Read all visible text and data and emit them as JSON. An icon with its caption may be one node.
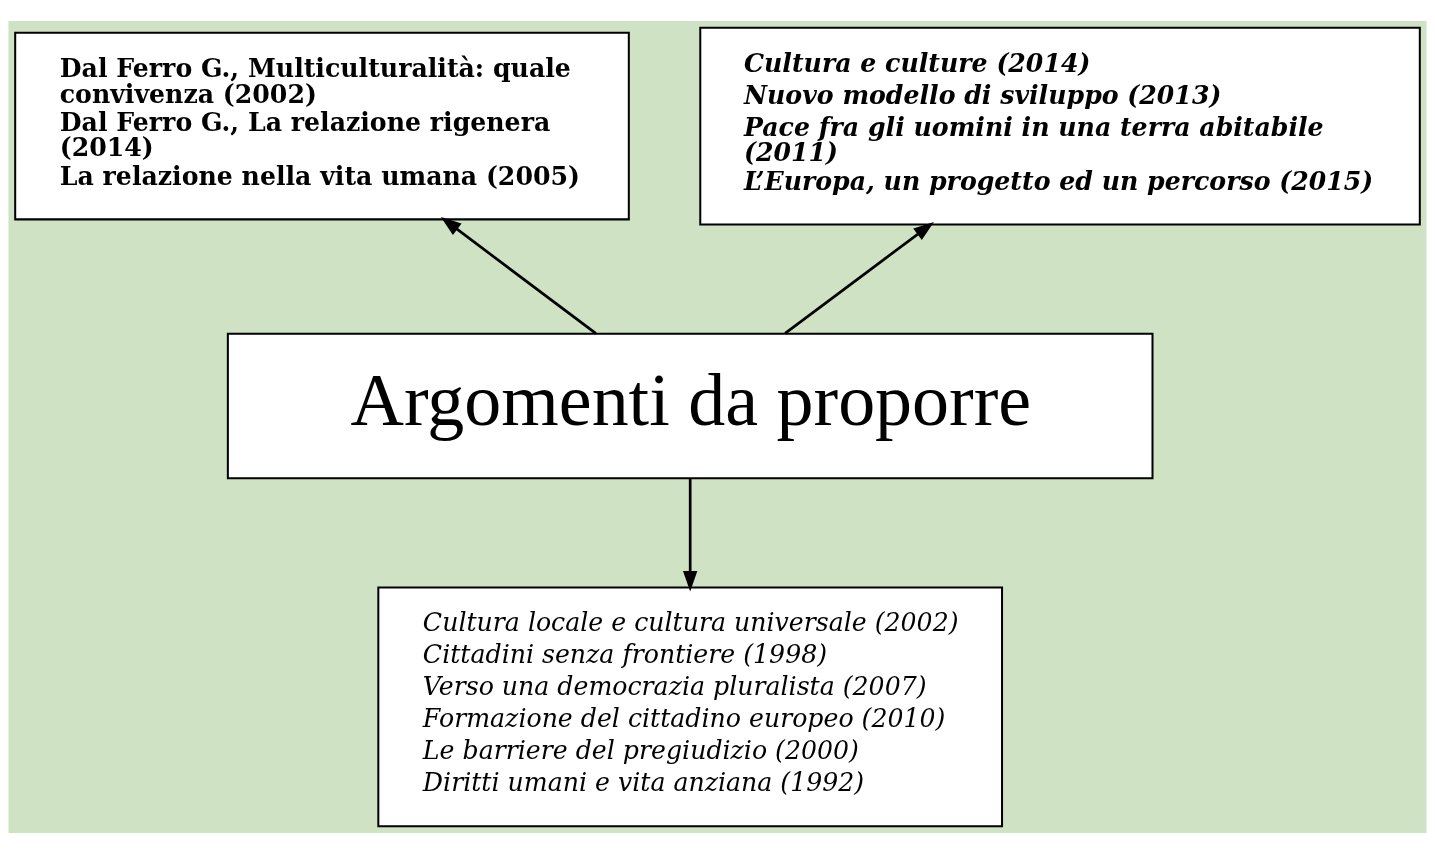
{
  "diagram": {
    "nodes": [
      {
        "text": [
          "Argomenti da proporre"
        ]
      },
      {
        "text": [
          "Dal Ferro G., Multiculturalità: quale convivenza (2002)",
          "Dal Ferro G., La relazione rigenera (2014)",
          "La relazione nella vita umana (2005)"
        ]
      },
      {
        "text": [
          "Cultura e culture (2014)",
          "Nuovo modello di sviluppo (2013)",
          "Pace fra gli uomini in una terra abitabile (2011)",
          "L’Europa, un progetto ed un percorso (2015)"
        ]
      },
      {
        "text": [
          "Cultura locale e cultura universale (2002)",
          "Cittadini senza frontiere (1998)",
          "Verso una democrazia pluralista (2007)",
          "Formazione del cittadino europeo (2010)",
          "Le barriere del pregiudizio (2000)",
          "Diritti umani e vita anziana (1992)"
        ]
      }
    ],
    "edges": [
      {
        "from": 0,
        "to": 1,
        "arrow": "to"
      },
      {
        "from": 0,
        "to": 2,
        "arrow": "to"
      },
      {
        "from": 0,
        "to": 3,
        "arrow": "to"
      }
    ]
  }
}
